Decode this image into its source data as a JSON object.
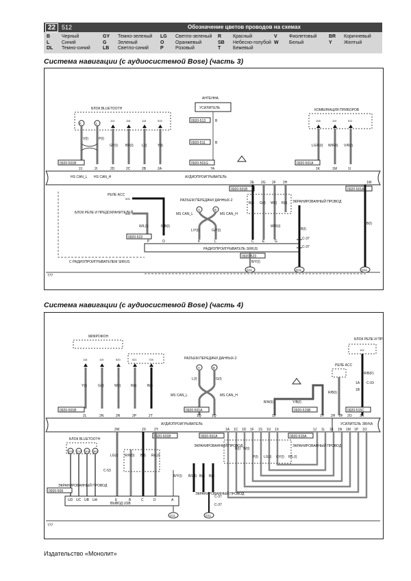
{
  "header": {
    "badge": "22",
    "page": "512",
    "title": "Обозначение цветов проводов на схемах",
    "legend_columns": [
      [
        {
          "code": "B",
          "name": "Черный"
        },
        {
          "code": "L",
          "name": "Синий"
        },
        {
          "code": "DL",
          "name": "Темно-синий"
        }
      ],
      [
        {
          "code": "GY",
          "name": "Темно-зеленый"
        },
        {
          "code": "G",
          "name": "Зеленый"
        },
        {
          "code": "LB",
          "name": "Светло-синий"
        }
      ],
      [
        {
          "code": "LG",
          "name": "Светло-зеленый"
        },
        {
          "code": "O",
          "name": "Оранжевый"
        },
        {
          "code": "P",
          "name": "Розовый"
        }
      ],
      [
        {
          "code": "R",
          "name": "Красный"
        },
        {
          "code": "SB",
          "name": "Небесно-голубой"
        },
        {
          "code": "T",
          "name": "Бежевый"
        }
      ],
      [
        {
          "code": "V",
          "name": "Фиолетовый"
        },
        {
          "code": "W",
          "name": "Белый"
        }
      ],
      [
        {
          "code": "BR",
          "name": "Коричневый"
        },
        {
          "code": "Y",
          "name": "Желтый"
        }
      ]
    ]
  },
  "diagram1": {
    "title": "Система навигации (с аудиосистемой Bose) (часть 3)",
    "blocks": {
      "bluetooth": "БЛОК BLUETOOTH",
      "antenna": "АНТЕННА",
      "amplifier": "УСИЛИТЕЛЬ",
      "instrument_cluster": "КОМБИНАЦИЯ ПРИБОРОВ",
      "audio_player": "АУДИОПРОИГРЫВАТЕЛЬ",
      "relay_acc": "РЕЛЕ ACC",
      "relay_fuse_block": "БЛОК РЕЛЕ И ПРЕДОХРАНИТЕЛЕЙ",
      "data_connector": "РАЗЪЕМ ПЕРЕДАЧИ ДАННЫХ-2",
      "shielded_wire": "ЭКРАНИРОВАННЫЙ ПРОВОД",
      "sirius_player": "РАДИОПРОИГРЫВАТЕЛЬ SIRIUS",
      "with_sirius": "С РАДИОПРОИГРЫВАТЕЛЕМ SIRIUS"
    },
    "bt_terminals": [
      {
        "ref": "K",
        "wire": "V(I)",
        "pin": "2J"
      },
      {
        "ref": "L",
        "wire": "P(I)",
        "pin": "2I"
      },
      {
        "ref": "114",
        "wire": "GY(I)",
        "pin": "2D"
      },
      {
        "ref": "116",
        "wire": "BR(I)",
        "pin": "2C"
      },
      {
        "ref": "118",
        "wire": "L(I)",
        "pin": "2B"
      },
      {
        "ref": "515",
        "wire": "Y(I)",
        "pin": "2A"
      }
    ],
    "cluster_terminals": [
      {
        "ref": "108",
        "wire": "LG/R(I)",
        "pin": "1K"
      },
      {
        "ref": "110",
        "wire": "W/R(I)",
        "pin": "1M"
      },
      {
        "ref": "511",
        "wire": "V/R(I)",
        "pin": "1I"
      }
    ],
    "connectors": [
      "0920-501B",
      "0920-501G",
      "0920-501A",
      "0920-513",
      "0920-511",
      "0920-523",
      "0920-501A"
    ],
    "antenna_wires": [
      "B",
      "B"
    ],
    "pin_7A": "7A",
    "pin_1W": "1W",
    "hs_can": [
      "HS CAN_L",
      "HS CAN_H"
    ],
    "ms_can": [
      "MS CAN_L",
      "MS CAN_H"
    ],
    "top_pins": [
      "2E",
      "2G",
      "2F",
      "2H"
    ],
    "top_wires": [
      "B(I)",
      "G(I)",
      "W(I)",
      "R(I)"
    ],
    "sirius_pins": [
      "P",
      "O",
      "K",
      "L",
      "C",
      "E",
      "G"
    ],
    "sirius_wires": [
      "W/L(I)",
      "R/B(I)",
      "L/Y(I)",
      "G/Y(I)",
      "W/R(I)",
      "B(I)",
      "B(I)",
      "B/Y(I)"
    ],
    "splices": [
      "C-37",
      "C-37"
    ],
    "grounds": [
      "G11",
      "G11",
      "G11"
    ],
    "misc_refs": [
      "505",
      "506",
      "A",
      "B",
      "777"
    ]
  },
  "diagram2": {
    "title": "Система навигации (с аудиосистемой Bose) (часть 4)",
    "blocks": {
      "microphone": "МИКРОФОН",
      "data_connector": "РАЗЪЕМ ПЕРЕДАЧИ ДАННЫХ-2",
      "relay_acc": "РЕЛЕ ACC",
      "relay_fuse_block": "БЛОК РЕЛЕ И ПРЕДОХРАНИТЕЛЕЙ",
      "audio_player": "АУДИОПРОИГРЫВАТЕЛЬ",
      "amplifier": "УСИЛИТЕЛЬ ЗВУКА",
      "bluetooth": "БЛОК BLUETOOTH",
      "shielded_wire": "ЭКРАНИРОВАННЫЙ ПРОВОД",
      "usb_output": "ВЫВОД USB"
    },
    "mic_terminals": [
      {
        "ref": "118",
        "wire": "Y(I)",
        "pin": "2L"
      },
      {
        "ref": "119",
        "wire": "G(I)",
        "pin": "2N"
      },
      {
        "ref": "520",
        "wire": "W(I)",
        "pin": "2R"
      },
      {
        "ref": "521",
        "wire": "R(I)",
        "pin": "2P"
      },
      {
        "ref": "728",
        "wire": "B(I)",
        "pin": "2T"
      }
    ],
    "connectors": [
      "0920-501B",
      "0920-501A",
      "0920-515B",
      "0920-515C",
      "0920-501B",
      "0920-501A",
      "0920-515A",
      "0920-509"
    ],
    "ms_can": [
      "MS CAN_L",
      "MS CAN_H"
    ],
    "can_pins": [
      "1Q",
      "1Q"
    ],
    "can_wires": [
      "L(I)",
      "G(I)"
    ],
    "relay_ref": "142",
    "relay_wires": [
      "R/B(F)",
      "R/B(I)",
      "B/W(I)",
      "Y/B(I)"
    ],
    "splice": "C-03",
    "relay_pins": [
      "1A",
      "1B",
      "1J",
      "1T",
      "2H",
      "2F",
      "2O",
      "3A"
    ],
    "lower_audio_pins": [
      "2W",
      "2X",
      "2Y"
    ],
    "lower_amp_pins": [
      "1A",
      "1C",
      "1D",
      "1F",
      "1S",
      "1U",
      "1X",
      "1J",
      "1L",
      "1K",
      "1N",
      "1M",
      "1P",
      "1O"
    ],
    "bt_refs": [
      "205",
      "210",
      "301",
      "361"
    ],
    "usb_pins": [
      "UD",
      "UC",
      "UB",
      "UA",
      "E",
      "B",
      "C",
      "D",
      "A"
    ],
    "lower_wires": [
      "LG(I)",
      "R/W(I)",
      "B(I)",
      "R/L(I)",
      "B/Y(I)",
      "B/L(I)",
      "B(I)",
      "B(I)",
      "B(I)",
      "W(I)",
      "P(I)",
      "LG(I)",
      "GY(I)",
      "R/L(I)"
    ],
    "splices": [
      "C-53",
      "C-37",
      "C-37"
    ],
    "grounds": [
      "G11",
      "G11"
    ],
    "misc_refs": [
      "A",
      "B",
      "777"
    ]
  },
  "publisher": "Издательство «Монолит»"
}
